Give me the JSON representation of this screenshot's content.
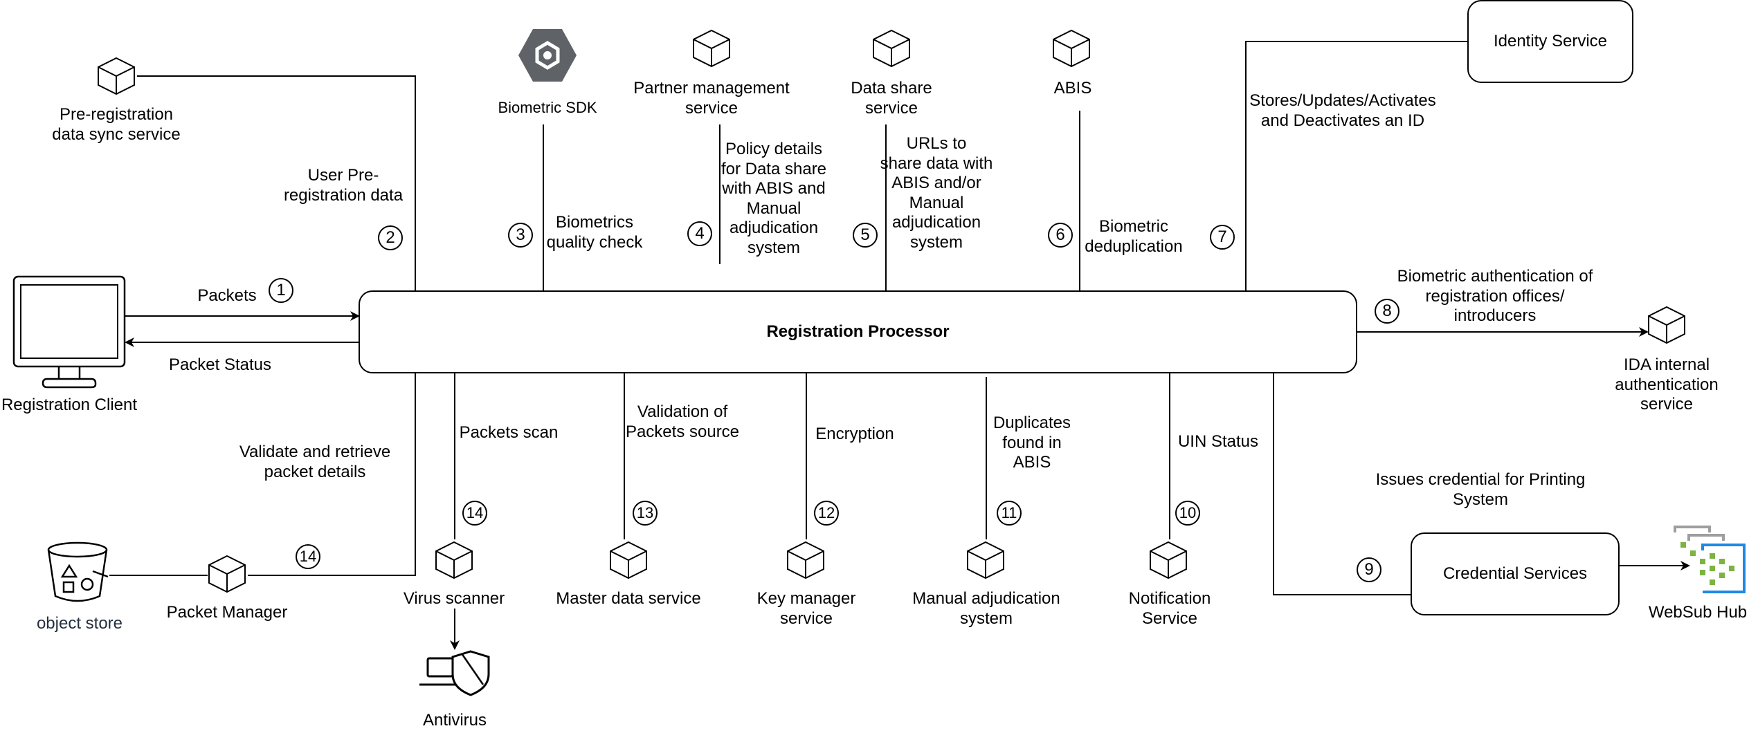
{
  "central": {
    "label": "Registration Processor"
  },
  "client": {
    "label": "Registration Client",
    "packets": "Packets",
    "packet_status": "Packet Status"
  },
  "top": {
    "prereg": {
      "name": "Pre-registration\ndata sync service",
      "flow": "User Pre-\nregistration data",
      "step": "2"
    },
    "bio_sdk": {
      "name": "Biometric SDK",
      "flow": "Biometrics\nquality check",
      "step": "3"
    },
    "partner": {
      "name": "Partner management\nservice",
      "flow": "Policy details\nfor Data share\nwith ABIS and\nManual\nadjudication\nsystem",
      "step": "4"
    },
    "datashare": {
      "name": "Data share\nservice",
      "flow": "URLs to\nshare data with\nABIS and/or\nManual\nadjudication\nsystem",
      "step": "5"
    },
    "abis": {
      "name": "ABIS",
      "flow": "Biometric\ndeduplication",
      "step": "6"
    },
    "identity": {
      "name": "Identity Service",
      "flow": "Stores/Updates/Activates\nand Deactivates an ID",
      "step": "7"
    }
  },
  "right": {
    "ida": {
      "name": "IDA internal\nauthentication\nservice",
      "flow": "Biometric authentication of\nregistration offices/\nintroducers",
      "step": "8"
    },
    "credential": {
      "name": "Credential Services",
      "flow": "Issues credential for Printing\nSystem",
      "step": "9"
    },
    "websub": {
      "name": "WebSub Hub"
    }
  },
  "bottom": {
    "notification": {
      "name": "Notification\nService",
      "flow": "UIN Status",
      "step": "10"
    },
    "manual": {
      "name": "Manual adjudication\nsystem",
      "flow": "Duplicates\nfound in\nABIS",
      "step": "11"
    },
    "keymanager": {
      "name": "Key manager\nservice",
      "flow": "Encryption",
      "step": "12"
    },
    "masterdata": {
      "name": "Master data service",
      "flow": "Validation of\nPackets source",
      "step": "13"
    },
    "virus": {
      "name": "Virus scanner",
      "flow": "Packets scan",
      "step": "14",
      "antivirus": "Antivirus"
    },
    "packetmgr": {
      "name": "Packet Manager",
      "flow": "Validate and retrieve\npacket details",
      "step": "14"
    },
    "objectstore": {
      "name": "object store"
    }
  },
  "client_step": "1",
  "colors": {
    "line": "#000000",
    "store_label": "#232f3e",
    "sdk_hex": "#5f6368",
    "websub_green": "#7cb342",
    "websub_blue": "#1e88e5",
    "websub_gray": "#9e9e9e"
  }
}
